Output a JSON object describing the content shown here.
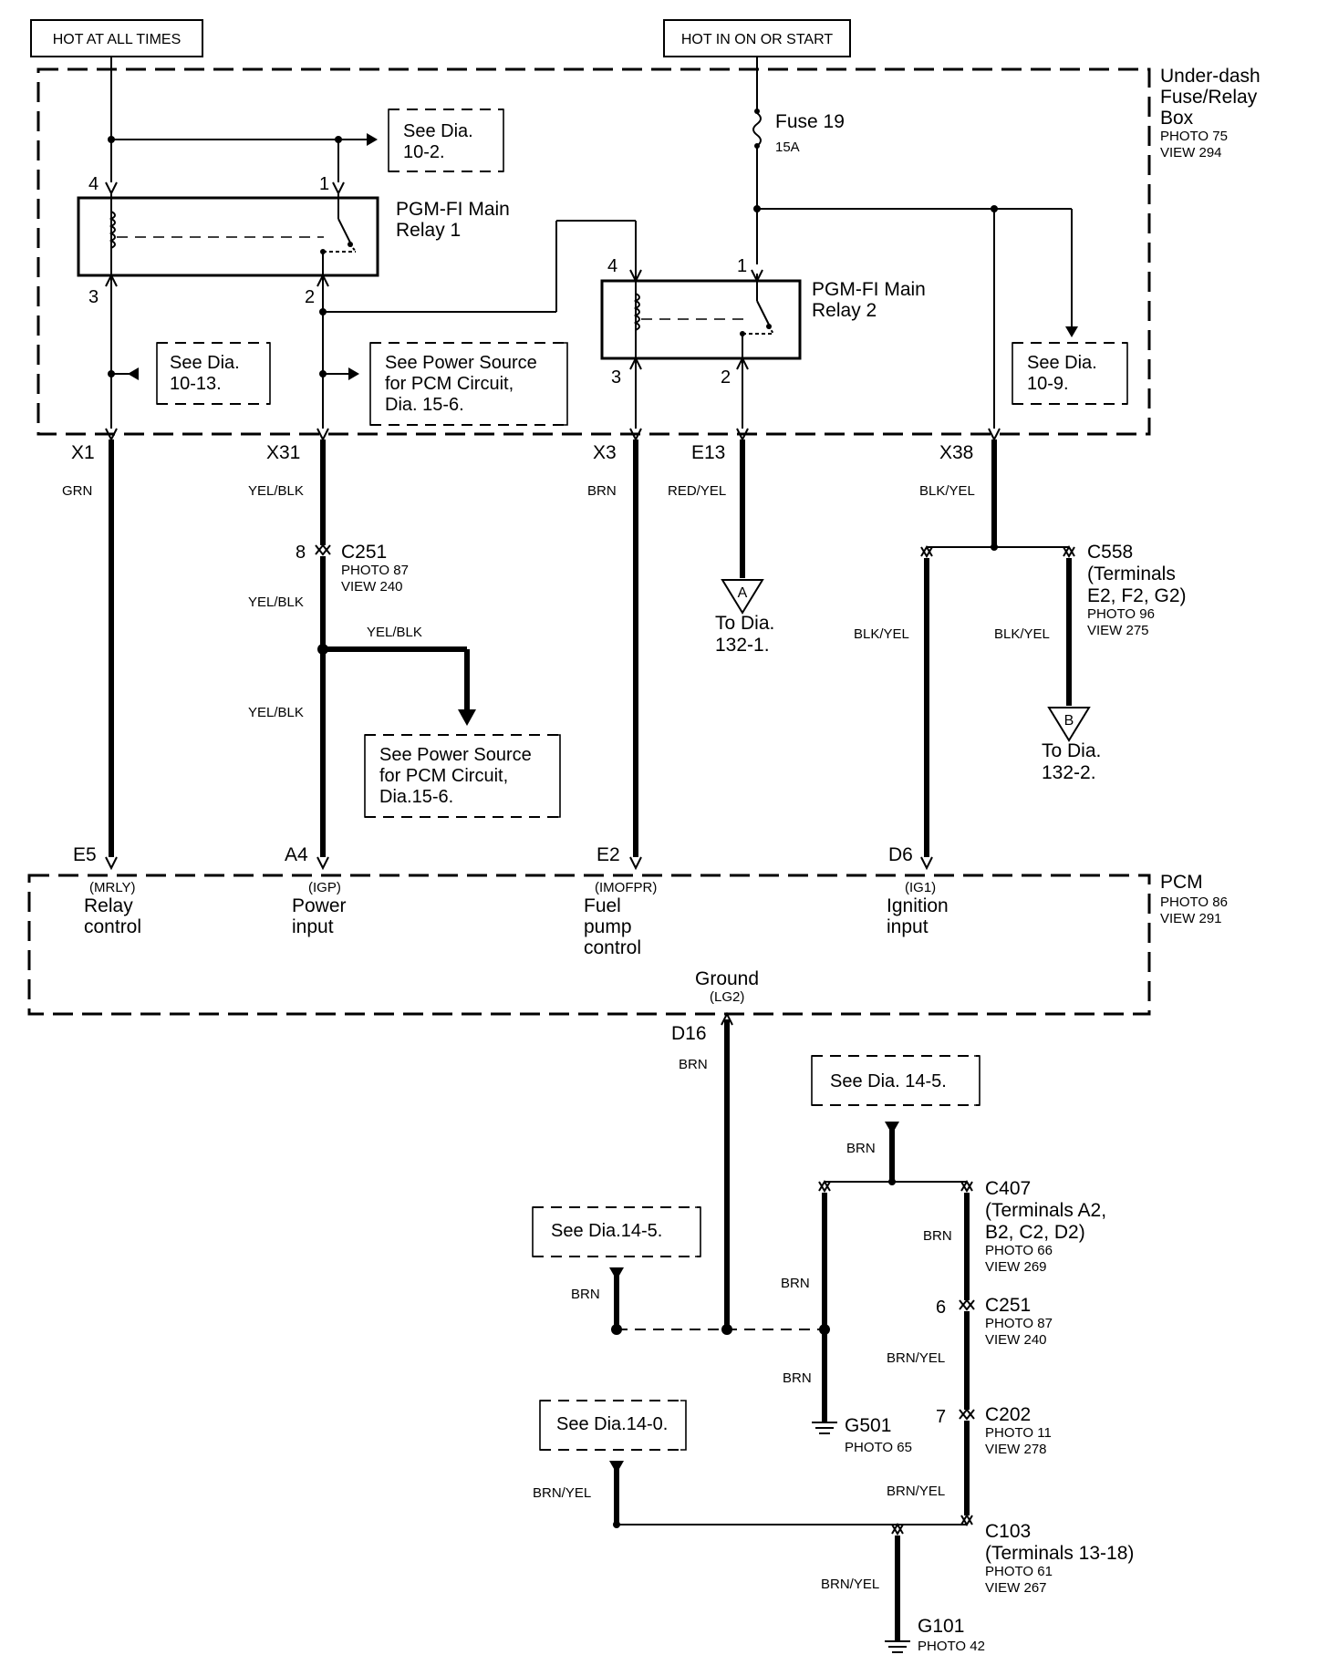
{
  "sources": {
    "hot_at_all_times": "HOT AT ALL TIMES",
    "hot_in_on_or_start": "HOT IN ON OR START"
  },
  "fuse_box": {
    "title_line1": "Under-dash",
    "title_line2": "Fuse/Relay",
    "title_line3": "Box",
    "photo": "PHOTO 75",
    "view": "VIEW 294"
  },
  "fuse": {
    "name": "Fuse 19",
    "rating": "15A"
  },
  "relay1": {
    "line1": "PGM-FI Main",
    "line2": "Relay 1",
    "pin4": "4",
    "pin1": "1",
    "pin3": "3",
    "pin2": "2"
  },
  "relay2": {
    "line1": "PGM-FI Main",
    "line2": "Relay 2",
    "pin4": "4",
    "pin1": "1",
    "pin3": "3",
    "pin2": "2"
  },
  "refs": {
    "dia_10_2": [
      "See Dia.",
      "10-2."
    ],
    "dia_10_13": [
      "See Dia.",
      "10-13."
    ],
    "dia_10_9": [
      "See Dia.",
      "10-9."
    ],
    "power_source_top": [
      "See Power Source",
      "for PCM Circuit,",
      "Dia. 15-6."
    ],
    "power_source_mid": [
      "See Power Source",
      "for PCM Circuit,",
      "Dia.15-6."
    ],
    "dia_14_5_a": "See Dia. 14-5.",
    "dia_14_5_b": "See Dia.14-5.",
    "dia_14_0": "See Dia.14-0."
  },
  "terminals": {
    "x1": "X1",
    "x31": "X31",
    "x3": "X3",
    "e13": "E13",
    "x38": "X38"
  },
  "wire_colors": {
    "grn": "GRN",
    "yelblk1": "YEL/BLK",
    "brn1": "BRN",
    "redyel": "RED/YEL",
    "blkyel1": "BLK/YEL",
    "yelblk2": "YEL/BLK",
    "yelblk3": "YEL/BLK",
    "yelblk4": "YEL/BLK",
    "blkyel2": "BLK/YEL",
    "blkyel3": "BLK/YEL",
    "brn_d16": "BRN",
    "brn_c407": "BRN",
    "brn_c407b": "BRN",
    "brn_left": "BRN",
    "brn_mid": "BRN",
    "brn_g501": "BRN",
    "brnyel_c251": "BRN/YEL",
    "brnyel_c202": "BRN/YEL",
    "brnyel_left": "BRN/YEL",
    "brnyel_g101": "BRN/YEL"
  },
  "connectors": {
    "c251_top": {
      "pin": "8",
      "name": "C251",
      "photo": "PHOTO 87",
      "view": "VIEW 240"
    },
    "c558": {
      "name": "C558",
      "line2": "(Terminals",
      "line3": "E2, F2, G2)",
      "photo": "PHOTO 96",
      "view": "VIEW 275"
    },
    "c407": {
      "name": "C407",
      "line2": "(Terminals A2,",
      "line3": "B2, C2, D2)",
      "photo": "PHOTO 66",
      "view": "VIEW 269"
    },
    "c251_bot": {
      "pin": "6",
      "name": "C251",
      "photo": "PHOTO 87",
      "view": "VIEW 240"
    },
    "c202": {
      "pin": "7",
      "name": "C202",
      "photo": "PHOTO 11",
      "view": "VIEW 278"
    },
    "c103": {
      "name": "C103",
      "line2": "(Terminals 13-18)",
      "photo": "PHOTO 61",
      "view": "VIEW 267"
    }
  },
  "offpage": {
    "a": {
      "letter": "A",
      "line1": "To Dia.",
      "line2": "132-1."
    },
    "b": {
      "letter": "B",
      "line1": "To Dia.",
      "line2": "132-2."
    }
  },
  "pcm": {
    "title": "PCM",
    "photo": "PHOTO 86",
    "view": "VIEW 291",
    "e5": {
      "pin": "E5",
      "code": "(MRLY)",
      "line1": "Relay",
      "line2": "control"
    },
    "a4": {
      "pin": "A4",
      "code": "(IGP)",
      "line1": "Power",
      "line2": "input"
    },
    "e2": {
      "pin": "E2",
      "code": "(IMOFPR)",
      "line1": "Fuel",
      "line2": "pump",
      "line3": "control"
    },
    "d6": {
      "pin": "D6",
      "code": "(IG1)",
      "line1": "Ignition",
      "line2": "input"
    },
    "ground": {
      "label": "Ground",
      "code": "(LG2)",
      "pin": "D16"
    }
  },
  "grounds": {
    "g501": {
      "name": "G501",
      "photo": "PHOTO 65"
    },
    "g101": {
      "name": "G101",
      "photo": "PHOTO 42"
    }
  }
}
